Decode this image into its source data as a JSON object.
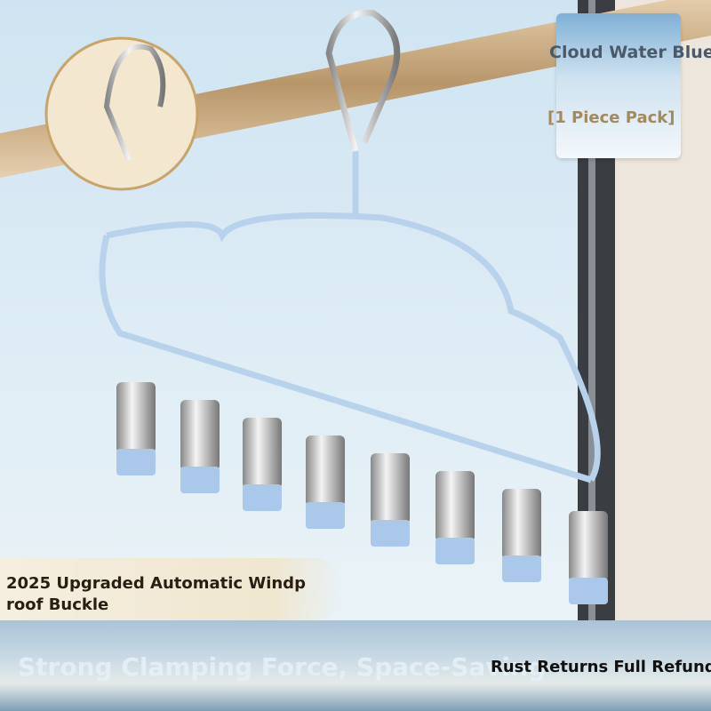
{
  "product": {
    "color_name": "Cloud Water Blue",
    "pack": "[1 Piece Pack]",
    "feature": "2025 Upgraded Automatic Windproof Buckle",
    "feature_line1": "2025 Upgraded Automatic Windp",
    "feature_line2": "roof Buckle",
    "slogan": "Strong Clamping Force, Space-Saving",
    "guarantee": "Rust Returns Full Refund",
    "clip_count": 8
  },
  "colors": {
    "hanger": "#b8d2ec",
    "clip_tip": "#a9c8ea",
    "gold": "#a48a5a"
  }
}
